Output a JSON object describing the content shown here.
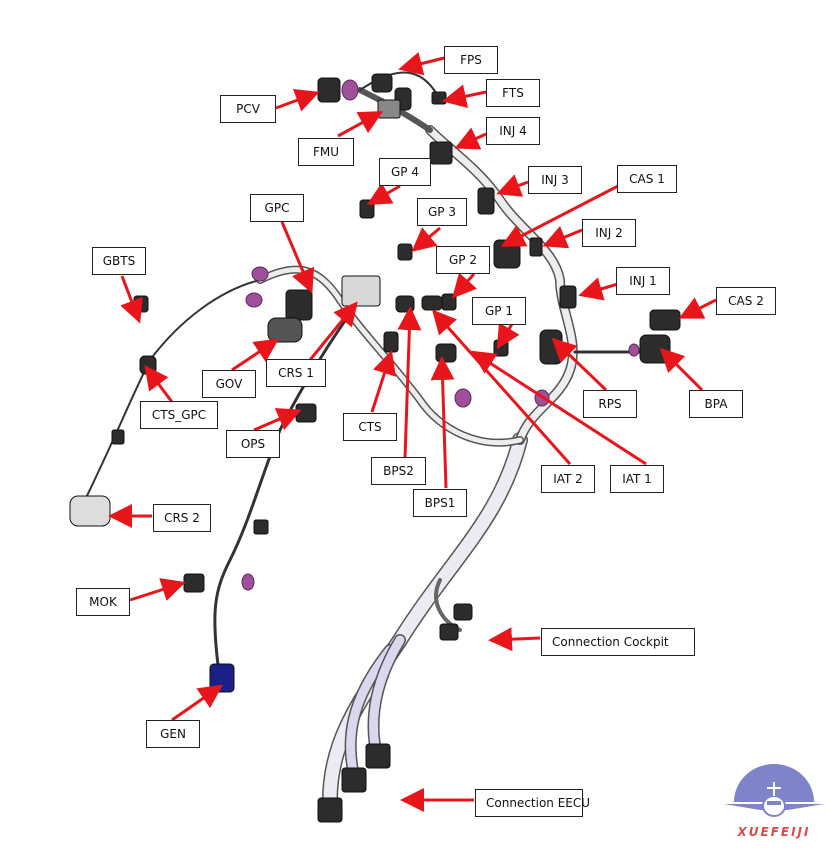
{
  "title": "Engine wiring harness connector overview",
  "labels": {
    "fps": "FPS",
    "fts": "FTS",
    "pcv": "PCV",
    "fmu": "FMU",
    "inj4": "INJ 4",
    "gp4": "GP 4",
    "inj3": "INJ 3",
    "cas1": "CAS 1",
    "gpc": "GPC",
    "gp3": "GP 3",
    "inj2": "INJ 2",
    "gbts": "GBTS",
    "gp2": "GP 2",
    "inj1": "INJ 1",
    "cas2": "CAS 2",
    "gp1": "GP 1",
    "gov": "GOV",
    "crs1": "CRS 1",
    "rps": "RPS",
    "bpa": "BPA",
    "cts_gpc": "CTS_GPC",
    "cts": "CTS",
    "ops": "OPS",
    "bps2": "BPS2",
    "iat2": "IAT 2",
    "iat1": "IAT 1",
    "bps1": "BPS1",
    "crs2": "CRS 2",
    "mok": "MOK",
    "conn_cockpit": "Connection Cockpit",
    "gen": "GEN",
    "conn_eecu": "Connection EECU"
  },
  "watermark": {
    "text": "XUEFEIJI",
    "icon": "airplane-icon"
  },
  "colors": {
    "arrow": "#e8151b",
    "sleeve": "#a0509a",
    "gen_connector": "#1c1f86",
    "logo": "#7f83c9",
    "logo_text": "#e04848"
  }
}
